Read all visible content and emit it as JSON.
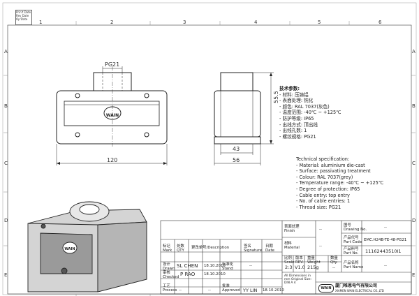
{
  "sheet": {
    "col_labels": [
      "1",
      "2",
      "3",
      "4",
      "5",
      "6"
    ],
    "row_labels": [
      "A",
      "B",
      "C",
      "D",
      "E"
    ],
    "side_box": [
      "Prin't Date",
      "Rev Date",
      "Op'Date"
    ]
  },
  "dims": {
    "pg": "PG21",
    "width": "120",
    "height": "55.5",
    "depth_inner": "43",
    "depth_outer": "56"
  },
  "spec_cn": {
    "title": "技术参数:",
    "lines": [
      "- 材料: 压铸铝",
      "- 表面处理: 钝化",
      "- 颜色: RAL 7037(灰色)",
      "- 温度范围: -40℃ ~ +125℃",
      "- 防护等级: IP65",
      "- 出线方式: 顶出线",
      "- 出线孔数: 1",
      "- 螺纹规格: PG21"
    ]
  },
  "spec_en": {
    "title": "Technical specification:",
    "lines": [
      "- Material: aluminium die-cast",
      "- Surface: passivating treatment",
      "- Colour: RAL 7037(grey)",
      "- Temperature range: -40℃ ~ +125℃",
      "- Degree of protection: IP65",
      "- Cable entry: top entry",
      "- No. of cable entries: 1",
      "- Thread size: PG21"
    ]
  },
  "title_block": {
    "mark_cn": "标记",
    "mark_en": "Mark",
    "qty_cn": "处数",
    "qty_en": "QTY",
    "change_cn": "更改单号/Description",
    "sign_cn": "签名",
    "sign_en": "Signature",
    "date_cn": "日期",
    "date_en": "Date",
    "designer_cn": "设计",
    "designer_en": "Drawn",
    "designer_name": "SL CHEN",
    "designer_date": "18.10.2010",
    "check_cn": "审核",
    "check_en": "Checked",
    "check_name": "P RAO",
    "check_date": "18.10.2010",
    "process_cn": "工艺",
    "process_en": "Process",
    "std_cn": "标准化",
    "std_en": "Stand",
    "approve_cn": "批准",
    "approve_en": "Approved",
    "approve_name": "YY LIN",
    "approve_date": "18.10.2010",
    "surface_cn": "表面处理",
    "surface_en": "Finish",
    "surface_val": "--",
    "material_cn": "材料",
    "material_en": "Material",
    "material_val": "--",
    "drawing_cn": "图号",
    "drawing_en": "Drawing No.",
    "drawing_val": "--",
    "part_code_cn": "产品代号",
    "part_code_en": "Part Code",
    "part_code_val": "EMC.H24B-TE-48-PG21",
    "part_no_cn": "产品料号",
    "part_no_en": "Part No.",
    "part_no_val": "11162443510I1",
    "part_name_cn": "产品名称",
    "part_name_en": "Part Name",
    "part_name_val": "--",
    "scale_cn": "比例",
    "scale_en": "Scale",
    "scale_val": "2:3",
    "rev_cn": "版本",
    "rev_en": "REV.",
    "rev_val": "V1.0",
    "weight_cn": "重量",
    "weight_en": "Weight",
    "weight_val": "215g",
    "qty2_cn": "数量",
    "qty2_en": "Qty.",
    "qty2_val": "--",
    "units_note": "All Dimensions in mm Original Size: DIN A 4",
    "company_cn": "厦门唯恩电气有限公司",
    "company_en": "XIAMEN WAIN ELECTRICAL CO.,LTD",
    "logo": "WAIN",
    "dash": "--"
  }
}
